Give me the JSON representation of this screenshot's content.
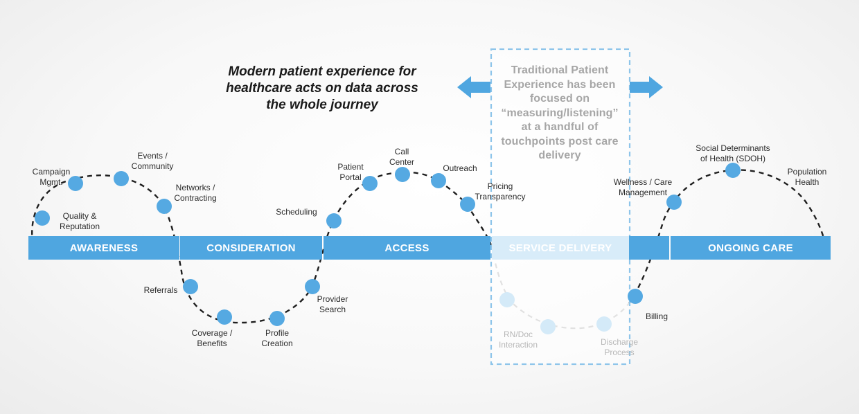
{
  "headline": [
    "Modern patient experience for",
    "healthcare acts on data across",
    "the whole journey"
  ],
  "callout": [
    "Traditional Patient",
    "Experience has been",
    "focused on",
    "“measuring/listening”",
    "at a handful of",
    "touchpoints post care",
    "delivery"
  ],
  "stages": [
    {
      "label": "AWARENESS",
      "faded": false
    },
    {
      "label": "CONSIDERATION",
      "faded": false
    },
    {
      "label": "ACCESS",
      "faded": false
    },
    {
      "label": "SERVICE DELIVERY",
      "faded": true
    },
    {
      "label": "ONGOING CARE",
      "faded": false
    }
  ],
  "touchpoints": [
    {
      "label": [
        "Quality &",
        "Reputation"
      ],
      "faded": false
    },
    {
      "label": [
        "Campaign",
        "Mgmt."
      ],
      "faded": false
    },
    {
      "label": [
        "Events /",
        "Community"
      ],
      "faded": false
    },
    {
      "label": [
        "Networks /",
        "Contracting"
      ],
      "faded": false
    },
    {
      "label": [
        "Referrals"
      ],
      "faded": false
    },
    {
      "label": [
        "Coverage /",
        "Benefits"
      ],
      "faded": false
    },
    {
      "label": [
        "Profile",
        "Creation"
      ],
      "faded": false
    },
    {
      "label": [
        "Provider",
        "Search"
      ],
      "faded": false
    },
    {
      "label": [
        "Scheduling"
      ],
      "faded": false
    },
    {
      "label": [
        "Patient",
        "Portal"
      ],
      "faded": false
    },
    {
      "label": [
        "Call",
        "Center"
      ],
      "faded": false
    },
    {
      "label": [
        "Outreach"
      ],
      "faded": false
    },
    {
      "label": [
        "Pricing",
        "Transparency"
      ],
      "faded": false
    },
    {
      "label": [
        "RN/Doc",
        "Interaction"
      ],
      "faded": true
    },
    {
      "label": [
        "Discharge",
        "Process"
      ],
      "faded": true
    },
    {
      "label": [
        "Billing"
      ],
      "faded": false
    },
    {
      "label": [
        "Wellness / Care",
        "Management"
      ],
      "faded": false
    },
    {
      "label": [
        "Social Determinants",
        "of Health (SDOH)"
      ],
      "faded": false
    },
    {
      "label": [
        "Population",
        "Health"
      ],
      "faded": false
    }
  ],
  "colors": {
    "accent": "#4fa6e0",
    "band": "#4fa6e0",
    "band_faded": "#d8ecf9",
    "dot": "#55a9e2",
    "dot_faded": "#d4eaf8",
    "curve": "#1f1f1f",
    "curve_faded": "#bdbdbd",
    "box_border": "#8ec5ea",
    "arrow": "#4fa6e0"
  }
}
